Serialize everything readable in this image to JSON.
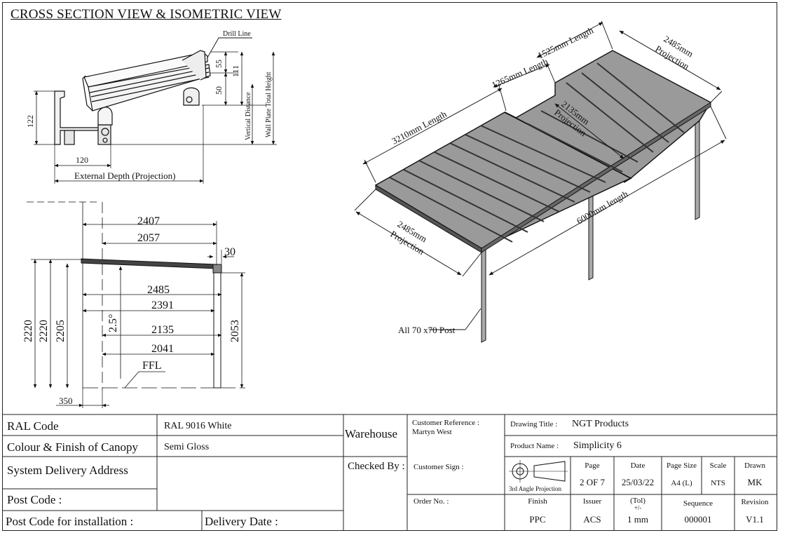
{
  "title": "CROSS SECTION VIEW & ISOMETRIC VIEW",
  "cross_section": {
    "drill_line": "Drill Line",
    "dim_55": "55",
    "dim_111": "111",
    "dim_50": "50",
    "dim_122": "122",
    "dim_120": "120",
    "vertical_distance": "Vertical Distance",
    "wall_plate_height": "Wall Plate Total Height",
    "external_depth": "External Depth (Projection)"
  },
  "elevation": {
    "d2407": "2407",
    "d2057": "2057",
    "d30": "30",
    "d2485": "2485",
    "d2391": "2391",
    "d2135": "2135",
    "d2041": "2041",
    "angle": "2.5°",
    "ffl": "FFL",
    "h2220a": "2220",
    "h2220b": "2220",
    "h2205": "2205",
    "h2053": "2053",
    "d350": "350"
  },
  "isometric": {
    "len_1525": "1525mm Length",
    "proj_2485_top_a": "2485mm",
    "proj_2485_top_b": "Projection",
    "len_1265": "1265mm Length",
    "len_3210": "3210mm Length",
    "proj_2135_a": "2135mm",
    "proj_2135_b": "Projection",
    "len_6000": "6000mm length",
    "proj_2485_bot_a": "2485mm",
    "proj_2485_bot_b": "Projection",
    "post_label": "All 70 x70 Post"
  },
  "title_block": {
    "ral_label": "RAL Code",
    "ral_value": "RAL 9016 White",
    "colour_label": "Colour & Finish of Canopy",
    "colour_value": "Semi Gloss",
    "delivery_addr_label": "System Delivery Address",
    "post_code_label": "Post Code :",
    "post_code_install_label": "Post Code for installation :",
    "delivery_date_label": "Delivery Date :",
    "warehouse_label": "Warehouse",
    "checked_by_label": "Checked By :",
    "customer_ref_label": "Customer Reference :",
    "customer_ref_value": "Martyn West",
    "customer_sign_label": "Customer Sign :",
    "order_no_label": "Order No. :",
    "drawing_title_label": "Drawing Title :",
    "drawing_title_value": "NGT Products",
    "product_name_label": "Product Name :",
    "product_name_value": "Simplicity 6",
    "projection_label": "3rd Angle Projection",
    "page_label": "Page",
    "page_value": "2 OF 7",
    "date_label": "Date",
    "date_value": "25/03/22",
    "page_size_label": "Page Size",
    "page_size_value": "A4 (L)",
    "scale_label": "Scale",
    "scale_value": "NTS",
    "drawn_label": "Drawn",
    "drawn_value": "MK",
    "finish_label": "Finish",
    "finish_value": "PPC",
    "issuer_label": "Issuer",
    "issuer_value": "ACS",
    "tol_label": "(Tol)",
    "tol_pm": "+/-",
    "tol_value": "1 mm",
    "sequence_label": "Sequence",
    "sequence_value": "000001",
    "revision_label": "Revision",
    "revision_value": "V1.1"
  }
}
